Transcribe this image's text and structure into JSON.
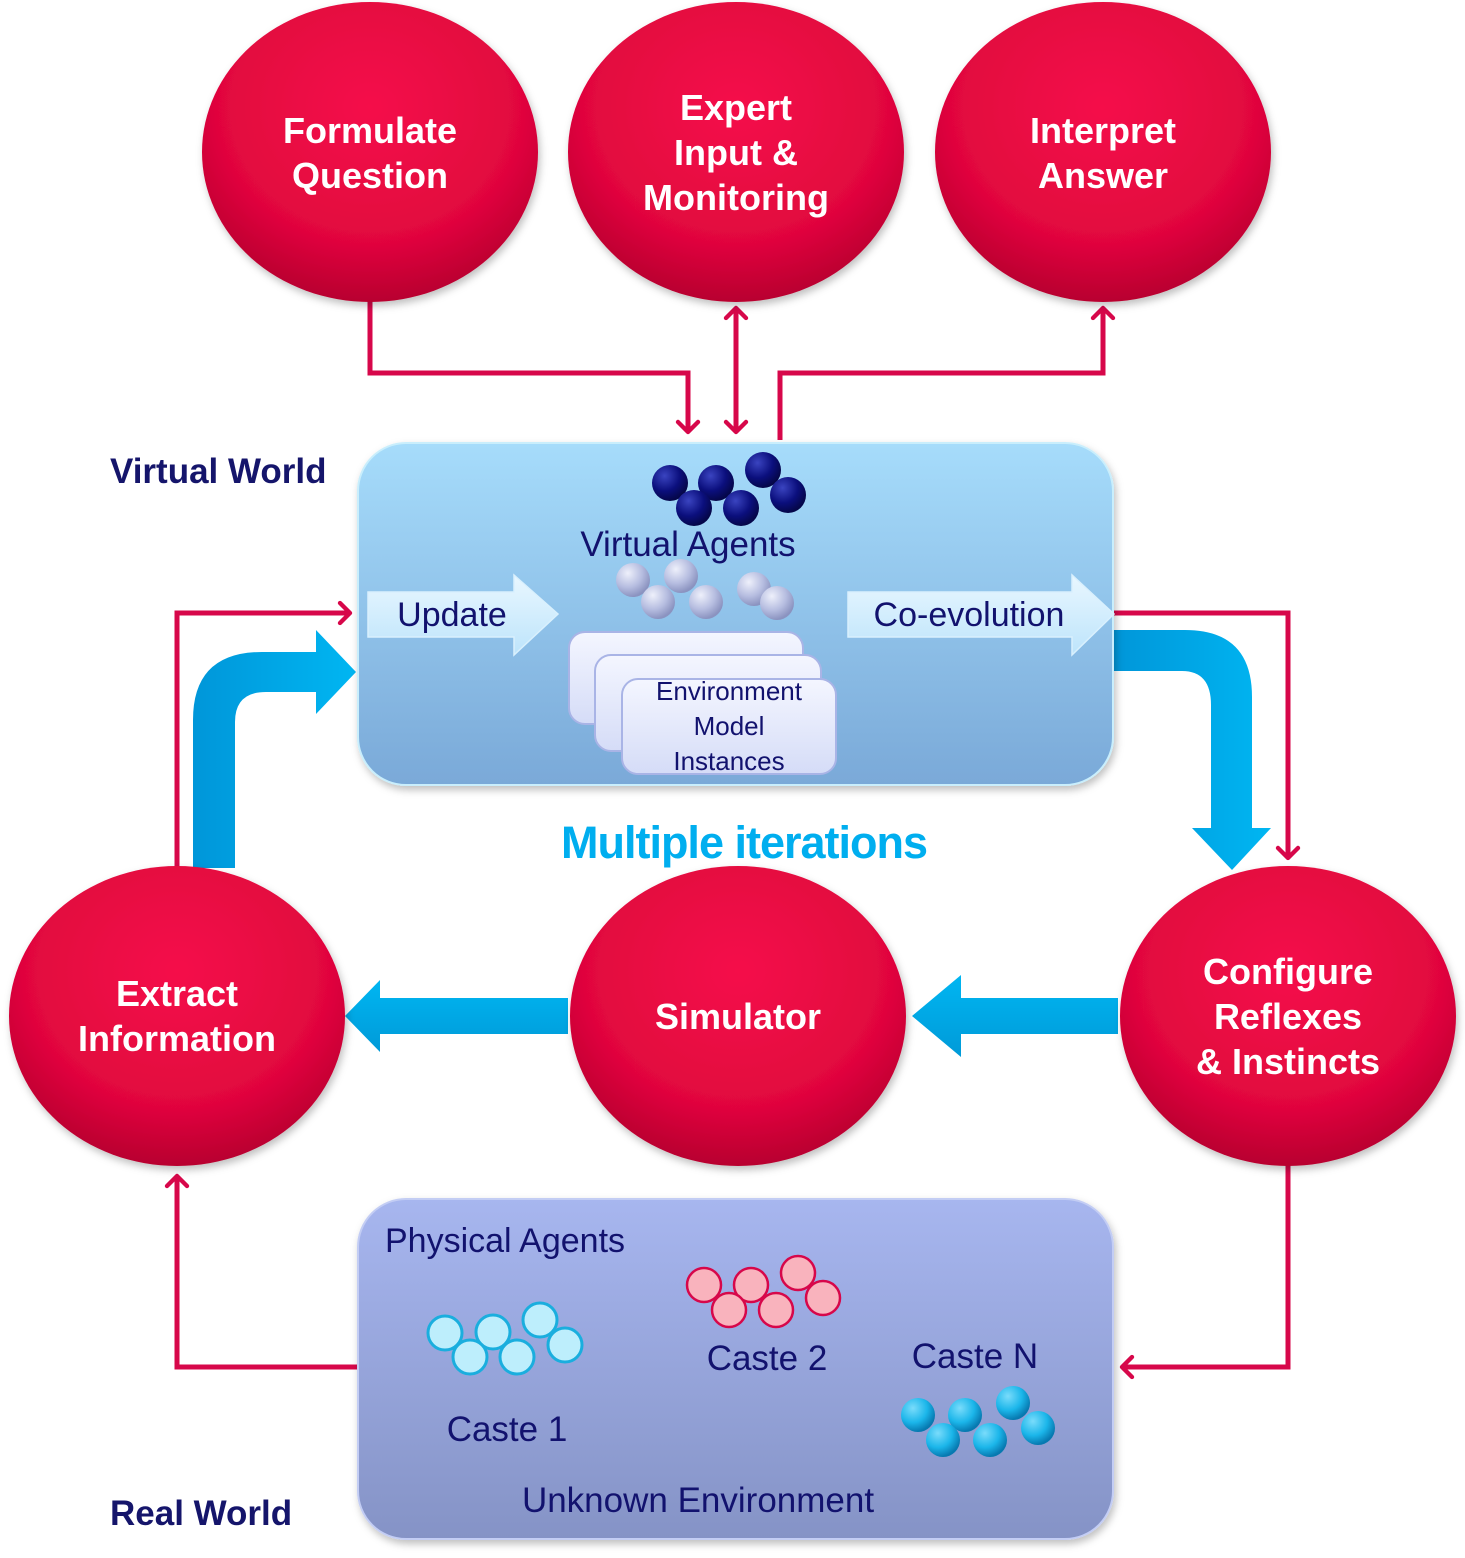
{
  "diagram": {
    "world_labels": {
      "virtual": "Virtual World",
      "real": "Real World"
    },
    "nodes": {
      "formulate": [
        "Formulate",
        "Question"
      ],
      "expert": [
        "Expert",
        "Input &",
        "Monitoring"
      ],
      "interpret": [
        "Interpret",
        "Answer"
      ],
      "extract": [
        "Extract",
        "Information"
      ],
      "simulator": [
        "Simulator"
      ],
      "configure": [
        "Configure",
        "Reflexes",
        "& Instincts"
      ]
    },
    "virtual_box": {
      "agents_label": "Virtual Agents",
      "update_label": "Update",
      "coevolution_label": "Co-evolution",
      "env_model": [
        "Environment",
        "Model",
        "Instances"
      ]
    },
    "iterations_label": "Multiple iterations",
    "physical_box": {
      "title": "Physical Agents",
      "castes": [
        "Caste 1",
        "Caste 2",
        "Caste N"
      ],
      "environment_label": "Unknown Environment"
    },
    "colors": {
      "node_red": "#e8063f",
      "connector_red": "#d7074a",
      "flow_blue": "#00aeef",
      "virtual_box": "#9fcff2",
      "physical_box": "#9aa8de",
      "text_navy": "#12126e",
      "agent_navy": "#0b0f7d",
      "caste1": "#bdeefc",
      "caste2": "#f9b3bd",
      "casteN": "#1bb6ea"
    }
  }
}
